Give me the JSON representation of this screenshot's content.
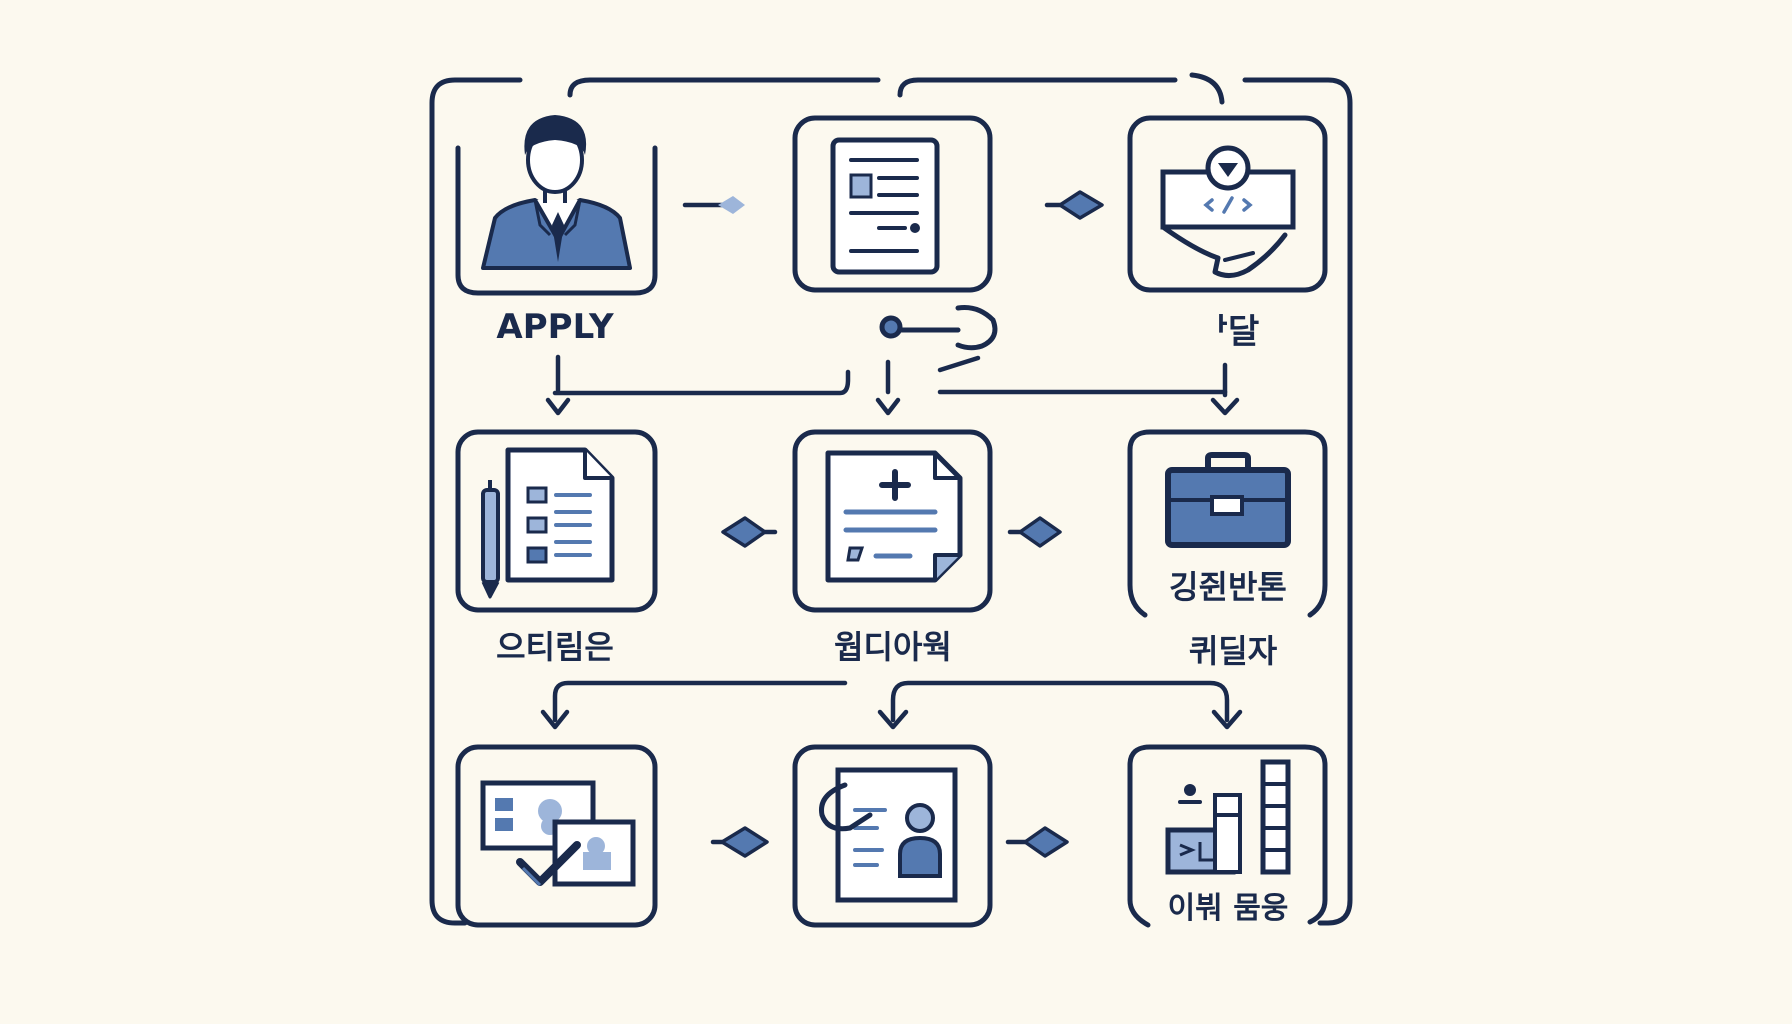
{
  "colors": {
    "background": "#fcf9ef",
    "navy": "#1a2a4c",
    "blue": "#5479b0",
    "light_blue": "#9db5da",
    "paper": "#ffffff"
  },
  "nodes": [
    {
      "id": "n1",
      "icon": "person-icon",
      "label": "APPLY"
    },
    {
      "id": "n2",
      "icon": "document-icon",
      "label": ""
    },
    {
      "id": "n3",
      "icon": "hand-card-icon",
      "label": "ᅡ달"
    },
    {
      "id": "n4",
      "icon": "checklist-pen-icon",
      "label": "으티림은"
    },
    {
      "id": "n5",
      "icon": "medical-document-icon",
      "label": "웝디아웍"
    },
    {
      "id": "n6",
      "icon": "briefcase-icon",
      "label": "깅쥔반톤",
      "label2": "퀴딜자"
    },
    {
      "id": "n7",
      "icon": "screens-check-icon",
      "label": ""
    },
    {
      "id": "n8",
      "icon": "profile-card-icon",
      "label": ""
    },
    {
      "id": "n9",
      "icon": "bar-chart-icon",
      "label": "이붜 뭄웅"
    }
  ]
}
